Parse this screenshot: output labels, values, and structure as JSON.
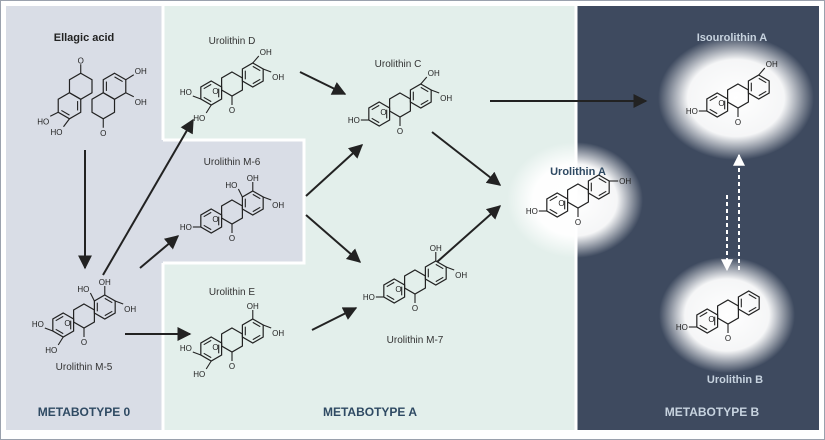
{
  "zones": {
    "metabotype0": "METABOTYPE 0",
    "metabotypeA": "METABOTYPE A",
    "metabotypeB": "METABOTYPE B"
  },
  "compounds": {
    "ellagic_acid": "Ellagic acid",
    "urolithin_d": "Urolithin D",
    "urolithin_c": "Urolithin C",
    "urolithin_m6": "Urolithin M-6",
    "urolithin_a": "Urolithin A",
    "urolithin_e": "Urolithin E",
    "urolithin_m7": "Urolithin M-7",
    "urolithin_m5": "Urolithin M-5",
    "isourolithin_a": "Isourolithin A",
    "urolithin_b": "Urolithin B"
  },
  "atoms": {
    "o": "O",
    "oh": "OH",
    "ho": "HO"
  },
  "colors": {
    "zone0": "#d9dde6",
    "zoneA": "#e3efeb",
    "zoneB": "#3e4a5f",
    "labelDark": "#2f4a63",
    "labelLight": "#c7d3df",
    "ink": "#222222"
  }
}
